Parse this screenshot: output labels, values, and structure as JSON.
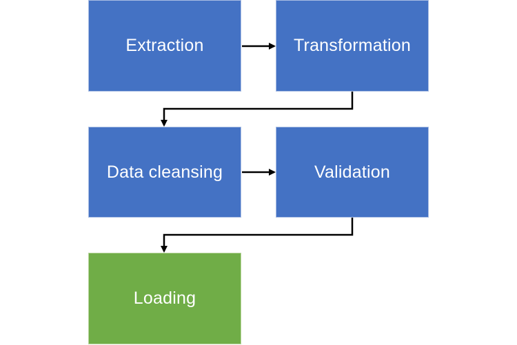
{
  "colors": {
    "step_fill": "#4472C4",
    "final_fill": "#70AD47",
    "arrow": "#000000"
  },
  "steps": [
    {
      "id": "extraction",
      "label": "Extraction"
    },
    {
      "id": "transformation",
      "label": "Transformation"
    },
    {
      "id": "data_cleansing",
      "label": "Data cleansing"
    },
    {
      "id": "validation",
      "label": "Validation"
    },
    {
      "id": "loading",
      "label": "Loading"
    }
  ],
  "flow": [
    {
      "from": "Extraction",
      "to": "Transformation"
    },
    {
      "from": "Transformation",
      "to": "Data cleansing"
    },
    {
      "from": "Data cleansing",
      "to": "Validation"
    },
    {
      "from": "Validation",
      "to": "Loading"
    }
  ]
}
